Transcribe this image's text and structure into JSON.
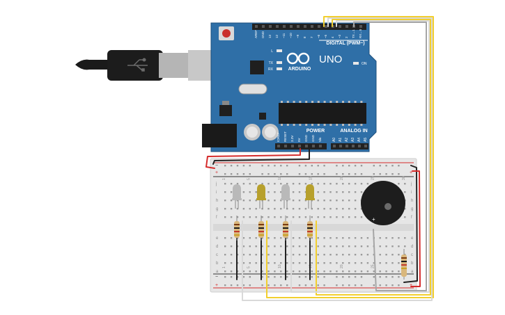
{
  "arduino": {
    "brand": "ARDUINO",
    "model": "UNO",
    "digital_header": "DIGITAL (PWM~)",
    "power_label": "POWER",
    "analog_label": "ANALOG IN",
    "on_label": "ON",
    "led_l": "L",
    "led_tx": "TX",
    "led_rx": "RX",
    "digital_pins": [
      "AREF",
      "GND",
      "13",
      "12",
      "~11",
      "~10",
      "~9",
      "8",
      "7",
      "~6",
      "~5",
      "4",
      "~3",
      "2",
      "TX→1",
      "RX←0"
    ],
    "power_pins": [
      "IOREF",
      "RESET",
      "3.3V",
      "5V",
      "GND",
      "GND",
      "Vin"
    ],
    "analog_pins": [
      "A0",
      "A1",
      "A2",
      "A3",
      "A4",
      "A5"
    ]
  },
  "breadboard": {
    "rail_plus": "+",
    "rail_minus": "−",
    "row_letters_top": [
      "j",
      "i",
      "h",
      "g",
      "f"
    ],
    "row_letters_bottom": [
      "e",
      "d",
      "c",
      "b",
      "a"
    ],
    "column_numbers": [
      "1",
      "5",
      "10",
      "15",
      "20",
      "25",
      "30"
    ]
  },
  "buzzer": {
    "plus": "+",
    "minus": "−"
  },
  "colors": {
    "board": "#2f6fa7",
    "board_dark": "#1e4f7d",
    "breadboard": "#e6e6e6",
    "rail_red": "#d52b2b",
    "rail_black": "#333333",
    "wire_yellow": "#f2cf2e",
    "wire_black": "#222222",
    "wire_red": "#d52b2b",
    "wire_white": "#d9d9d9",
    "wire_gray": "#a6a6a6",
    "led_off": "#b9b9b9",
    "led_yellow": "#b7a02c",
    "resistor": "#d9b77c",
    "buzzer": "#1d1d1d",
    "usb_cable": "#1a1a1a"
  },
  "components": [
    {
      "kind": "led",
      "color": "gray",
      "label": "led-1"
    },
    {
      "kind": "led",
      "color": "yellow",
      "label": "led-2"
    },
    {
      "kind": "led",
      "color": "gray",
      "label": "led-3"
    },
    {
      "kind": "led",
      "color": "yellow",
      "label": "led-4"
    },
    {
      "kind": "resistor",
      "label": "resistor-1"
    },
    {
      "kind": "resistor",
      "label": "resistor-2"
    },
    {
      "kind": "resistor",
      "label": "resistor-3"
    },
    {
      "kind": "resistor",
      "label": "resistor-4"
    },
    {
      "kind": "resistor",
      "label": "resistor-5"
    },
    {
      "kind": "buzzer",
      "label": "piezo-buzzer"
    }
  ]
}
